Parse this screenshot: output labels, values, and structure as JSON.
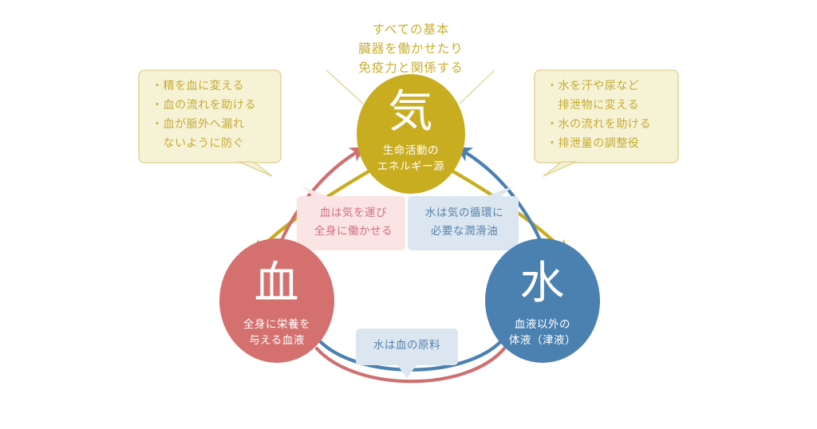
{
  "diagram": {
    "title_caption": "すべての基本\n臓器を働かせたり\n免疫力と関係する",
    "colors": {
      "qi": "#c9ad21",
      "blood": "#d4716f",
      "water": "#4a81b1",
      "qi_callout_bg": "#f6f2d6",
      "qi_callout_border": "#ded08b",
      "blood_label_bg": "#fae4e4",
      "water_label_bg": "#dbe6f0",
      "caption_text": "#c9b02e"
    },
    "nodes": [
      {
        "id": "qi",
        "kanji": "気",
        "subtitle": "生命活動の\nエネルギー源",
        "color": "#c9ad21"
      },
      {
        "id": "blood",
        "kanji": "血",
        "subtitle": "全身に栄養を\n与える血液",
        "color": "#d4716f"
      },
      {
        "id": "water",
        "kanji": "水",
        "subtitle": "血液以外の\n体液（津液）",
        "color": "#4a81b1"
      }
    ],
    "callouts": [
      {
        "id": "qi-to-blood",
        "lines": [
          "・精を血に変える",
          "・血の流れを助ける",
          "・血が脈外へ漏れ",
          "　ないように防ぐ"
        ],
        "text": "・精を血に変える\n・血の流れを助ける\n・血が脈外へ漏れ\n　ないように防ぐ"
      },
      {
        "id": "qi-to-water",
        "lines": [
          "・水を汗や尿など",
          "　排泄物に変える",
          "・水の流れを助ける",
          "・排泄量の調整役"
        ],
        "text": "・水を汗や尿など\n　排泄物に変える\n・水の流れを助ける\n・排泄量の調整役"
      }
    ],
    "relations": [
      {
        "id": "blood-to-qi",
        "text": "血は気を運び\n全身に働かせる",
        "color": "#d4707a"
      },
      {
        "id": "water-to-qi",
        "text": "水は気の循環に\n必要な潤滑油",
        "color": "#5683ae"
      },
      {
        "id": "water-to-blood",
        "text": "水は血の原料",
        "color": "#5683ae"
      }
    ]
  }
}
